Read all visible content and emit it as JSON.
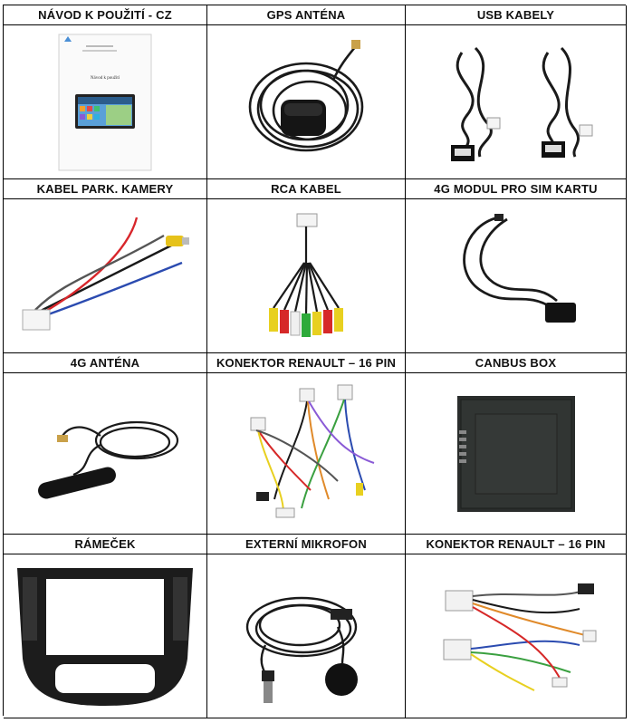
{
  "rows": [
    [
      "NÁVOD K POUŽITÍ - CZ",
      "GPS ANTÉNA",
      "USB KABELY"
    ],
    [
      "KABEL PARK. KAMERY",
      "RCA KABEL",
      "4G MODUL PRO SIM KARTU"
    ],
    [
      "4G ANTÉNA",
      "KONEKTOR RENAULT – 16 PIN",
      "CANBUS BOX"
    ],
    [
      "RÁMEČEK",
      "EXTERNÍ MIKROFON",
      "KONEKTOR RENAULT – 16 PIN"
    ]
  ],
  "manual": {
    "title": "Návod k použití"
  },
  "icons": [
    [
      "manual-document-image",
      "gps-antenna-image",
      "usb-cables-image"
    ],
    [
      "parking-camera-cable-image",
      "rca-cable-image",
      "4g-module-image"
    ],
    [
      "4g-antenna-image",
      "renault-connector-image",
      "canbus-box-image"
    ],
    [
      "frame-image",
      "microphone-image",
      "renault-connector-image"
    ]
  ]
}
